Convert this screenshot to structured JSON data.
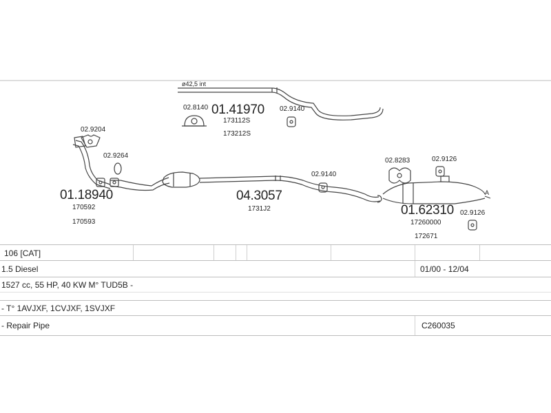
{
  "diagram": {
    "pipe_note": "ø42,5 int",
    "parts": {
      "mid_pipe": {
        "part_no": "01.41970",
        "refs": [
          "173112S",
          "173212S"
        ],
        "clamp": "02.8140",
        "hanger": "02.9140"
      },
      "front_pipe": {
        "part_no": "01.18940",
        "refs": [
          "170592",
          "170593"
        ],
        "flange": "02.9204",
        "gasket": "02.9264"
      },
      "catalyst": {
        "part_no": "04.3057",
        "refs": [
          "1731J2"
        ],
        "hanger": "02.9140"
      },
      "rear_silencer": {
        "part_no": "01.62310",
        "refs": [
          "17260000",
          "172671"
        ],
        "clamp": "02.8283",
        "hanger_top": "02.9126",
        "hanger_bottom": "02.9126",
        "end_mark": "A"
      }
    }
  },
  "spec_table": {
    "rows": [
      {
        "left": "106  [CAT]",
        "right": ""
      },
      {
        "left": "1.5 Diesel",
        "right": "01/00 - 12/04"
      },
      {
        "left": "1527 cc, 55 HP, 40 KW M° TUD5B -",
        "right": ""
      },
      {
        "left": "- T° 1AVJXF, 1CVJXF, 1SVJXF",
        "right": ""
      },
      {
        "left": "- Repair Pipe",
        "right": "C260035"
      }
    ]
  }
}
